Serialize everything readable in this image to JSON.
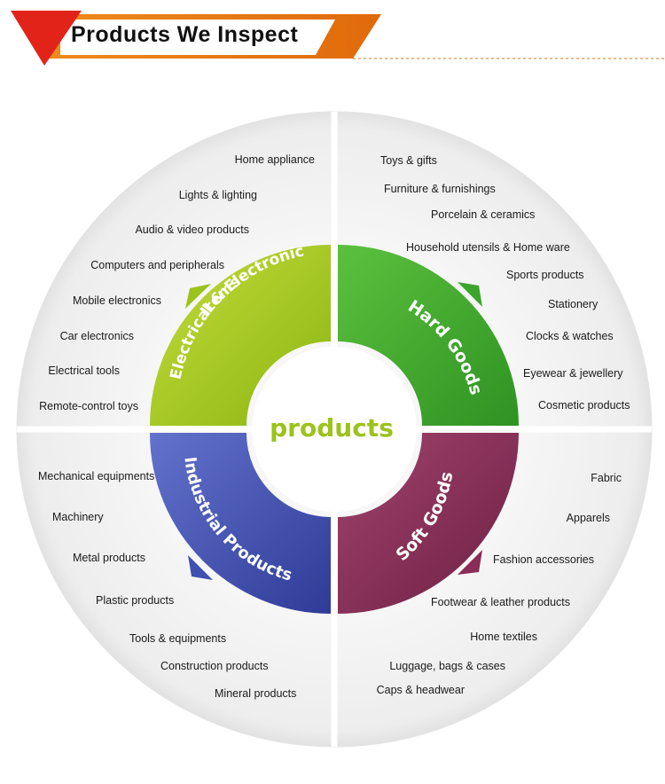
{
  "title": "Products We Inspect",
  "center_label": "products",
  "colors": {
    "banner_orange": "#e8710f",
    "banner_red": "#e2231a",
    "electrical": "#9cc21c",
    "hard_goods": "#3aa62a",
    "industrial": "#4050b0",
    "soft_goods": "#8a2c55",
    "center_text": "#9cc21c"
  },
  "quadrants": {
    "electrical": {
      "label": "Electrical & Electronic Items",
      "label_line1": "Electrical & Electronic",
      "label_line2": "Items",
      "items": [
        "Home appliance",
        "Lights & lighting",
        "Audio & video products",
        "Computers and peripherals",
        "Mobile electronics",
        "Car electronics",
        "Electrical tools",
        "Remote-control toys"
      ]
    },
    "hard_goods": {
      "label": "Hard Goods",
      "items": [
        "Toys & gifts",
        "Furniture & furnishings",
        "Porcelain & ceramics",
        "Household utensils & Home ware",
        "Sports products",
        "Stationery",
        "Clocks & watches",
        "Eyewear & jewellery",
        "Cosmetic products"
      ]
    },
    "industrial": {
      "label": "Industrial Products",
      "items": [
        "Mechanical equipments",
        "Machinery",
        "Metal products",
        "Plastic products",
        "Tools & equipments",
        "Construction products",
        "Mineral products"
      ]
    },
    "soft_goods": {
      "label": "Soft Goods",
      "items": [
        "Fabric",
        "Apparels",
        "Fashion accessories",
        "Footwear & leather products",
        "Home textiles",
        "Luggage, bags & cases",
        "Caps & headwear"
      ]
    }
  }
}
